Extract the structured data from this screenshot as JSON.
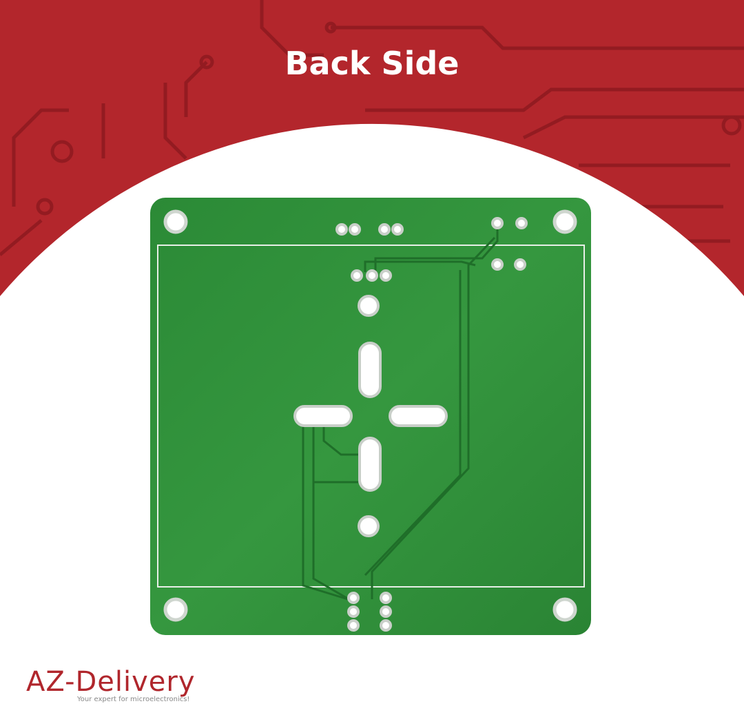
{
  "banner": {
    "title": "Back Side",
    "background_color": "#b3262c"
  },
  "board": {
    "color": "#2f8f3a",
    "silkscreen_color": "#e8efe8"
  },
  "brand": {
    "logo_text": "AZ-Delivery",
    "tagline": "Your expert for microelectronics!",
    "color": "#b0262c"
  }
}
